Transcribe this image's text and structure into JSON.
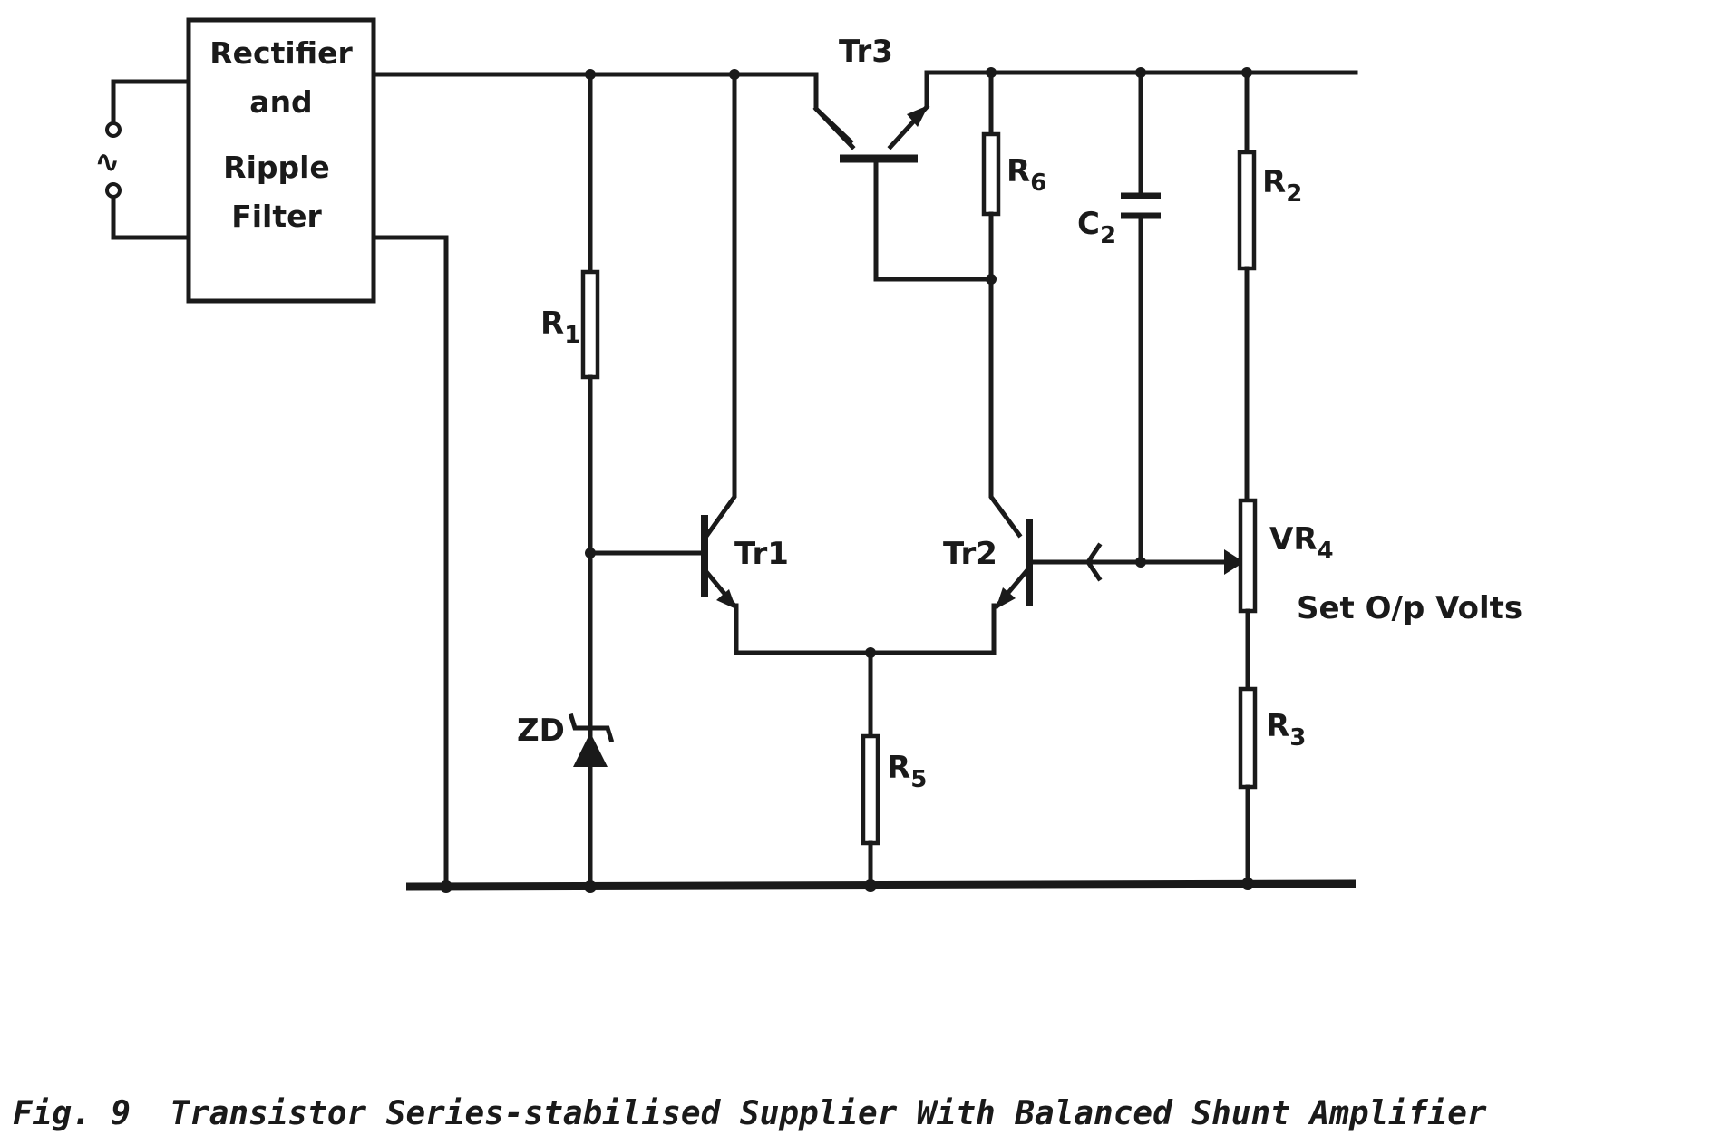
{
  "rectifier_box": {
    "line1": "Rectifier",
    "line2": "and",
    "line3": "Ripple",
    "line4": "Filter"
  },
  "ac_symbol": "∿",
  "components": {
    "tr1": "Tr1",
    "tr2": "Tr2",
    "tr3": "Tr3",
    "r1": {
      "main": "R",
      "sub": "1"
    },
    "r2": {
      "main": "R",
      "sub": "2"
    },
    "r3": {
      "main": "R",
      "sub": "3"
    },
    "r5": {
      "main": "R",
      "sub": "5"
    },
    "r6": {
      "main": "R",
      "sub": "6"
    },
    "c2": {
      "main": "C",
      "sub": "2"
    },
    "vr4": {
      "main": "VR",
      "sub": "4"
    },
    "zd": "ZD"
  },
  "set_output_label": "Set O/p Volts",
  "caption": "Fig. 9  Transistor Series-stabilised Supplier With Balanced Shunt Amplifier"
}
